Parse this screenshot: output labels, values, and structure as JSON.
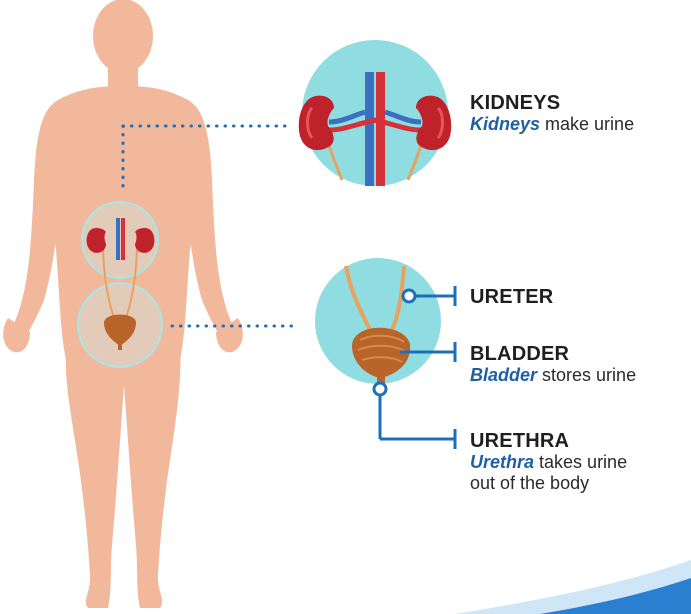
{
  "colors": {
    "skin": "#f2b89c",
    "circle_fill": "#8fdde0",
    "circle_outline": "#a9e6e8",
    "connector": "#1f6fb8",
    "kidney": "#c0222c",
    "vein": "#3a6fc2",
    "artery": "#d6303a",
    "ureter": "#e9a25e",
    "bladder": "#b8642a",
    "accent_blue": "#1f5fa6"
  },
  "labels": {
    "kidneys": {
      "title": "KIDNEYS",
      "desc_em": "Kidneys",
      "desc_rest": " make urine"
    },
    "ureter": {
      "title": "URETER"
    },
    "bladder": {
      "title": "BLADDER",
      "desc_em": "Bladder",
      "desc_rest": " stores urine"
    },
    "urethra": {
      "title": "URETHRA",
      "desc_em": "Urethra",
      "desc_rest": " takes urine",
      "desc_line2": "out of the body"
    }
  }
}
